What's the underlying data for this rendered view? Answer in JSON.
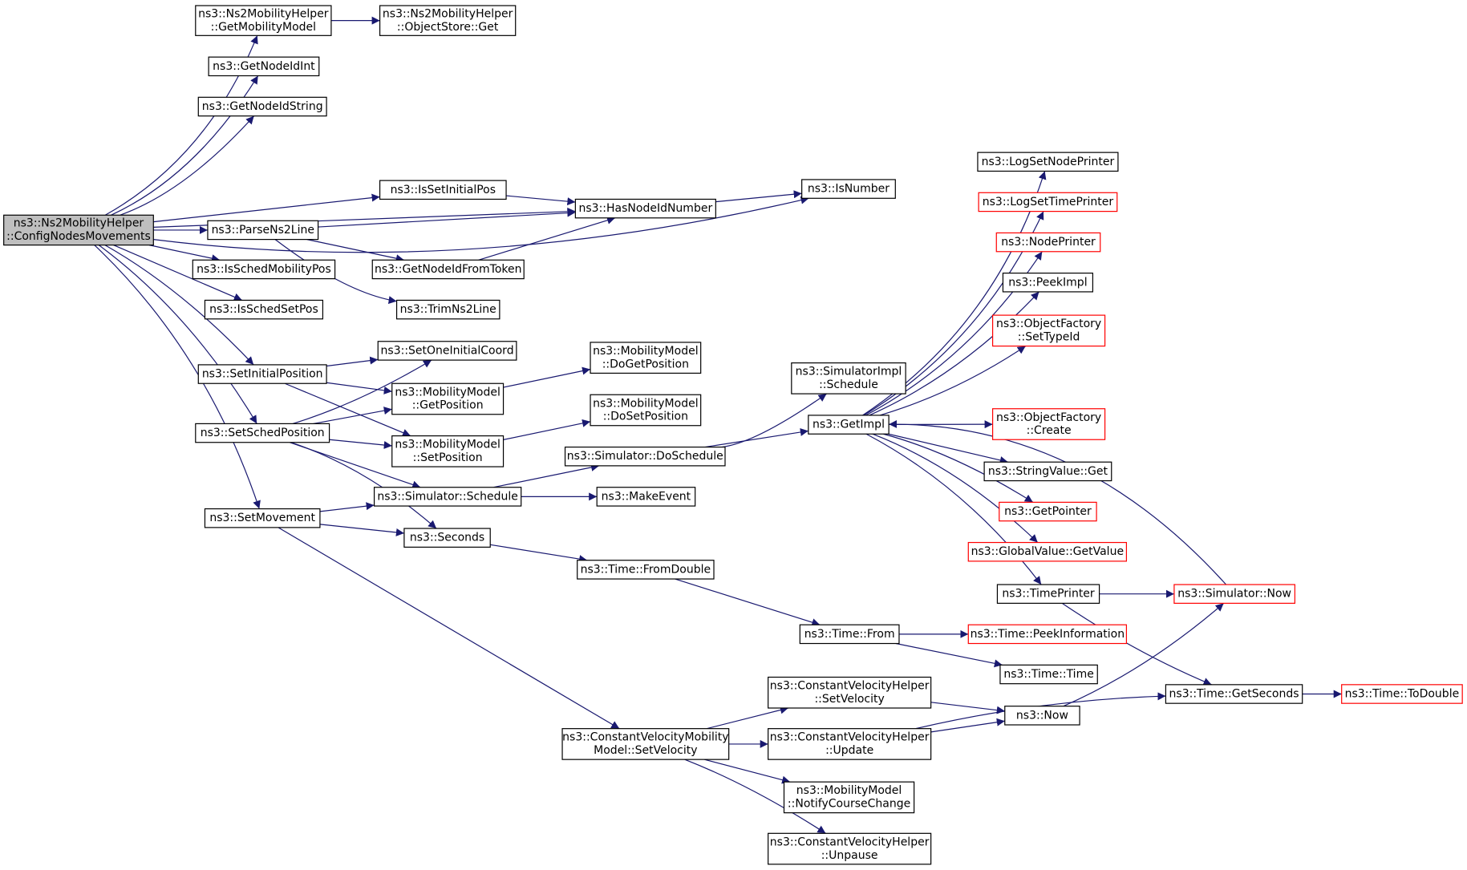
{
  "colors": {
    "edge": "#191970",
    "node_border": "#000000",
    "linked_border": "#ff0000",
    "root_fill": "#bfbfbf",
    "node_fill": "#ffffff"
  },
  "nodes": [
    {
      "id": "root",
      "lines": [
        "ns3::Ns2MobilityHelper",
        "::ConfigNodesMovements"
      ],
      "style": "root"
    },
    {
      "id": "getMobilityModel",
      "lines": [
        "ns3::Ns2MobilityHelper",
        "::GetMobilityModel"
      ],
      "style": "normal"
    },
    {
      "id": "objectStoreGet",
      "lines": [
        "ns3::Ns2MobilityHelper",
        "::ObjectStore::Get"
      ],
      "style": "normal"
    },
    {
      "id": "getNodeIdInt",
      "lines": [
        "ns3::GetNodeIdInt"
      ],
      "style": "normal"
    },
    {
      "id": "getNodeIdString",
      "lines": [
        "ns3::GetNodeIdString"
      ],
      "style": "normal"
    },
    {
      "id": "isNumber",
      "lines": [
        "ns3::IsNumber"
      ],
      "style": "normal"
    },
    {
      "id": "isSetInitialPos",
      "lines": [
        "ns3::IsSetInitialPos"
      ],
      "style": "normal"
    },
    {
      "id": "hasNodeIdNumber",
      "lines": [
        "ns3::HasNodeIdNumber"
      ],
      "style": "normal"
    },
    {
      "id": "parseNs2Line",
      "lines": [
        "ns3::ParseNs2Line"
      ],
      "style": "normal"
    },
    {
      "id": "getNodeIdFromToken",
      "lines": [
        "ns3::GetNodeIdFromToken"
      ],
      "style": "normal"
    },
    {
      "id": "trimNs2Line",
      "lines": [
        "ns3::TrimNs2Line"
      ],
      "style": "normal"
    },
    {
      "id": "isSchedMobilityPos",
      "lines": [
        "ns3::IsSchedMobilityPos"
      ],
      "style": "normal"
    },
    {
      "id": "isSchedSetPos",
      "lines": [
        "ns3::IsSchedSetPos"
      ],
      "style": "normal"
    },
    {
      "id": "setInitialPosition",
      "lines": [
        "ns3::SetInitialPosition"
      ],
      "style": "normal"
    },
    {
      "id": "setOneInitialCoord",
      "lines": [
        "ns3::SetOneInitialCoord"
      ],
      "style": "normal"
    },
    {
      "id": "mmGetPosition",
      "lines": [
        "ns3::MobilityModel",
        "::GetPosition"
      ],
      "style": "normal"
    },
    {
      "id": "mmDoGetPosition",
      "lines": [
        "ns3::MobilityModel",
        "::DoGetPosition"
      ],
      "style": "normal"
    },
    {
      "id": "setSchedPosition",
      "lines": [
        "ns3::SetSchedPosition"
      ],
      "style": "normal"
    },
    {
      "id": "mmSetPosition",
      "lines": [
        "ns3::MobilityModel",
        "::SetPosition"
      ],
      "style": "normal"
    },
    {
      "id": "mmDoSetPosition",
      "lines": [
        "ns3::MobilityModel",
        "::DoSetPosition"
      ],
      "style": "normal"
    },
    {
      "id": "setMovement",
      "lines": [
        "ns3::SetMovement"
      ],
      "style": "normal"
    },
    {
      "id": "simSchedule",
      "lines": [
        "ns3::Simulator::Schedule"
      ],
      "style": "normal"
    },
    {
      "id": "simDoSchedule",
      "lines": [
        "ns3::Simulator::DoSchedule"
      ],
      "style": "normal"
    },
    {
      "id": "makeEvent",
      "lines": [
        "ns3::MakeEvent"
      ],
      "style": "normal"
    },
    {
      "id": "seconds",
      "lines": [
        "ns3::Seconds"
      ],
      "style": "normal"
    },
    {
      "id": "timeFromDouble",
      "lines": [
        "ns3::Time::FromDouble"
      ],
      "style": "normal"
    },
    {
      "id": "simImplSchedule",
      "lines": [
        "ns3::SimulatorImpl",
        "::Schedule"
      ],
      "style": "normal"
    },
    {
      "id": "getImpl",
      "lines": [
        "ns3::GetImpl"
      ],
      "style": "normal"
    },
    {
      "id": "logSetNodePrinter",
      "lines": [
        "ns3::LogSetNodePrinter"
      ],
      "style": "normal"
    },
    {
      "id": "logSetTimePrinter",
      "lines": [
        "ns3::LogSetTimePrinter"
      ],
      "style": "linked"
    },
    {
      "id": "nodePrinter",
      "lines": [
        "ns3::NodePrinter"
      ],
      "style": "linked"
    },
    {
      "id": "peekImpl",
      "lines": [
        "ns3::PeekImpl"
      ],
      "style": "normal"
    },
    {
      "id": "ofSetTypeId",
      "lines": [
        "ns3::ObjectFactory",
        "::SetTypeId"
      ],
      "style": "linked"
    },
    {
      "id": "ofCreate",
      "lines": [
        "ns3::ObjectFactory",
        "::Create"
      ],
      "style": "linked"
    },
    {
      "id": "stringValueGet",
      "lines": [
        "ns3::StringValue::Get"
      ],
      "style": "normal"
    },
    {
      "id": "getPointer",
      "lines": [
        "ns3::GetPointer"
      ],
      "style": "linked"
    },
    {
      "id": "globalValueGetValue",
      "lines": [
        "ns3::GlobalValue::GetValue"
      ],
      "style": "linked"
    },
    {
      "id": "timePrinter",
      "lines": [
        "ns3::TimePrinter"
      ],
      "style": "normal"
    },
    {
      "id": "simulatorNow",
      "lines": [
        "ns3::Simulator::Now"
      ],
      "style": "linked"
    },
    {
      "id": "timeFrom",
      "lines": [
        "ns3::Time::From"
      ],
      "style": "normal"
    },
    {
      "id": "timePeekInformation",
      "lines": [
        "ns3::Time::PeekInformation"
      ],
      "style": "linked"
    },
    {
      "id": "timeTime",
      "lines": [
        "ns3::Time::Time"
      ],
      "style": "normal"
    },
    {
      "id": "cvhSetVelocity",
      "lines": [
        "ns3::ConstantVelocityHelper",
        "::SetVelocity"
      ],
      "style": "normal"
    },
    {
      "id": "now",
      "lines": [
        "ns3::Now"
      ],
      "style": "normal"
    },
    {
      "id": "timeGetSeconds",
      "lines": [
        "ns3::Time::GetSeconds"
      ],
      "style": "normal"
    },
    {
      "id": "timeToDouble",
      "lines": [
        "ns3::Time::ToDouble"
      ],
      "style": "linked"
    },
    {
      "id": "cvmmSetVelocity",
      "lines": [
        "ns3::ConstantVelocityMobility",
        "Model::SetVelocity"
      ],
      "style": "normal"
    },
    {
      "id": "cvhUpdate",
      "lines": [
        "ns3::ConstantVelocityHelper",
        "::Update"
      ],
      "style": "normal"
    },
    {
      "id": "mmNotifyCourseChange",
      "lines": [
        "ns3::MobilityModel",
        "::NotifyCourseChange"
      ],
      "style": "normal"
    },
    {
      "id": "cvhUnpause",
      "lines": [
        "ns3::ConstantVelocityHelper",
        "::Unpause"
      ],
      "style": "normal"
    }
  ],
  "edges": [
    [
      "root",
      "getMobilityModel"
    ],
    [
      "root",
      "getNodeIdInt"
    ],
    [
      "root",
      "getNodeIdString"
    ],
    [
      "root",
      "isNumber"
    ],
    [
      "root",
      "isSetInitialPos"
    ],
    [
      "root",
      "hasNodeIdNumber"
    ],
    [
      "root",
      "parseNs2Line"
    ],
    [
      "root",
      "isSchedMobilityPos"
    ],
    [
      "root",
      "isSchedSetPos"
    ],
    [
      "root",
      "setInitialPosition"
    ],
    [
      "root",
      "setSchedPosition"
    ],
    [
      "root",
      "setMovement"
    ],
    [
      "getMobilityModel",
      "objectStoreGet"
    ],
    [
      "isSetInitialPos",
      "hasNodeIdNumber"
    ],
    [
      "hasNodeIdNumber",
      "isNumber"
    ],
    [
      "parseNs2Line",
      "hasNodeIdNumber"
    ],
    [
      "parseNs2Line",
      "getNodeIdFromToken"
    ],
    [
      "parseNs2Line",
      "trimNs2Line"
    ],
    [
      "getNodeIdFromToken",
      "hasNodeIdNumber"
    ],
    [
      "setInitialPosition",
      "setOneInitialCoord"
    ],
    [
      "setInitialPosition",
      "mmGetPosition"
    ],
    [
      "setInitialPosition",
      "mmSetPosition"
    ],
    [
      "setSchedPosition",
      "setOneInitialCoord"
    ],
    [
      "setSchedPosition",
      "mmGetPosition"
    ],
    [
      "setSchedPosition",
      "mmSetPosition"
    ],
    [
      "setSchedPosition",
      "simSchedule"
    ],
    [
      "setSchedPosition",
      "seconds"
    ],
    [
      "mmGetPosition",
      "mmDoGetPosition"
    ],
    [
      "mmSetPosition",
      "mmDoSetPosition"
    ],
    [
      "setMovement",
      "simSchedule"
    ],
    [
      "setMovement",
      "seconds"
    ],
    [
      "setMovement",
      "cvmmSetVelocity"
    ],
    [
      "simSchedule",
      "simDoSchedule"
    ],
    [
      "simSchedule",
      "makeEvent"
    ],
    [
      "simDoSchedule",
      "simImplSchedule"
    ],
    [
      "simDoSchedule",
      "getImpl"
    ],
    [
      "seconds",
      "timeFromDouble"
    ],
    [
      "timeFromDouble",
      "timeFrom"
    ],
    [
      "getImpl",
      "logSetNodePrinter"
    ],
    [
      "getImpl",
      "logSetTimePrinter"
    ],
    [
      "getImpl",
      "nodePrinter"
    ],
    [
      "getImpl",
      "peekImpl"
    ],
    [
      "getImpl",
      "ofSetTypeId"
    ],
    [
      "getImpl",
      "ofCreate"
    ],
    [
      "getImpl",
      "stringValueGet"
    ],
    [
      "getImpl",
      "getPointer"
    ],
    [
      "getImpl",
      "globalValueGetValue"
    ],
    [
      "getImpl",
      "timePrinter"
    ],
    [
      "simulatorNow",
      "getImpl"
    ],
    [
      "timePrinter",
      "simulatorNow"
    ],
    [
      "timePrinter",
      "timeGetSeconds"
    ],
    [
      "timeFrom",
      "timePeekInformation"
    ],
    [
      "timeFrom",
      "timeTime"
    ],
    [
      "timeGetSeconds",
      "timeToDouble"
    ],
    [
      "cvmmSetVelocity",
      "cvhSetVelocity"
    ],
    [
      "cvmmSetVelocity",
      "cvhUpdate"
    ],
    [
      "cvmmSetVelocity",
      "mmNotifyCourseChange"
    ],
    [
      "cvmmSetVelocity",
      "cvhUnpause"
    ],
    [
      "cvhSetVelocity",
      "now"
    ],
    [
      "cvhUpdate",
      "now"
    ],
    [
      "cvhUpdate",
      "timeGetSeconds"
    ],
    [
      "now",
      "simulatorNow"
    ]
  ]
}
